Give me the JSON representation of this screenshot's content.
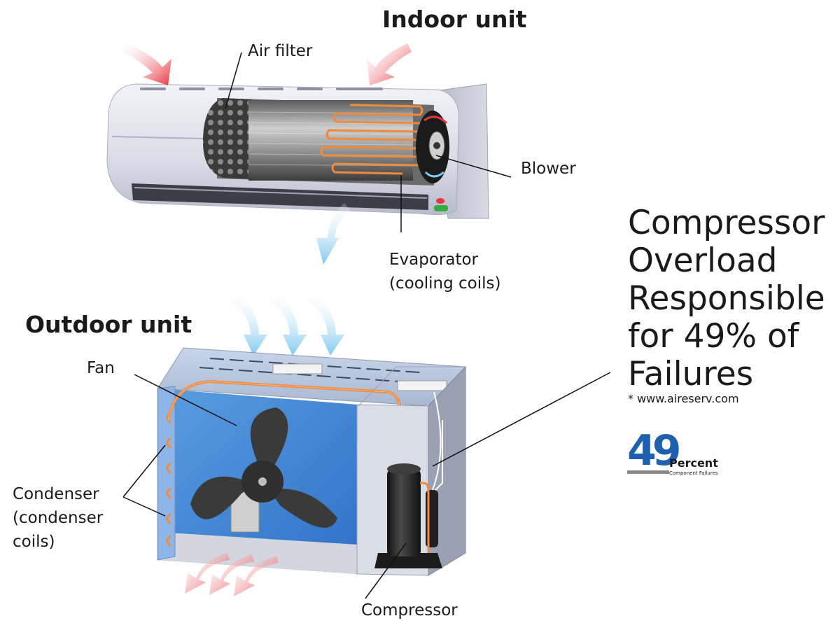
{
  "titles": {
    "indoor": "Indoor unit",
    "outdoor": "Outdoor unit"
  },
  "labels": {
    "air_filter": "Air filter",
    "blower": "Blower",
    "evaporator": [
      "Evaporator",
      "(cooling coils)"
    ],
    "fan": "Fan",
    "condenser": [
      "Condenser",
      "(condenser",
      "coils)"
    ],
    "compressor": "Compressor"
  },
  "headline": [
    "Compressor",
    "Overload",
    "Responsible",
    "for 49% of",
    "Failures"
  ],
  "source": "* www.aireserv.com",
  "logo": {
    "number": "49",
    "word": "Percent",
    "tagline": "Component Failures"
  },
  "colors": {
    "warm_arrow": "#e8343c",
    "cool_arrow": "#8fd0f0",
    "coil": "#f08a3c",
    "logo_blue": "#1f5fb0",
    "logo_gray": "#8a8a8a"
  }
}
